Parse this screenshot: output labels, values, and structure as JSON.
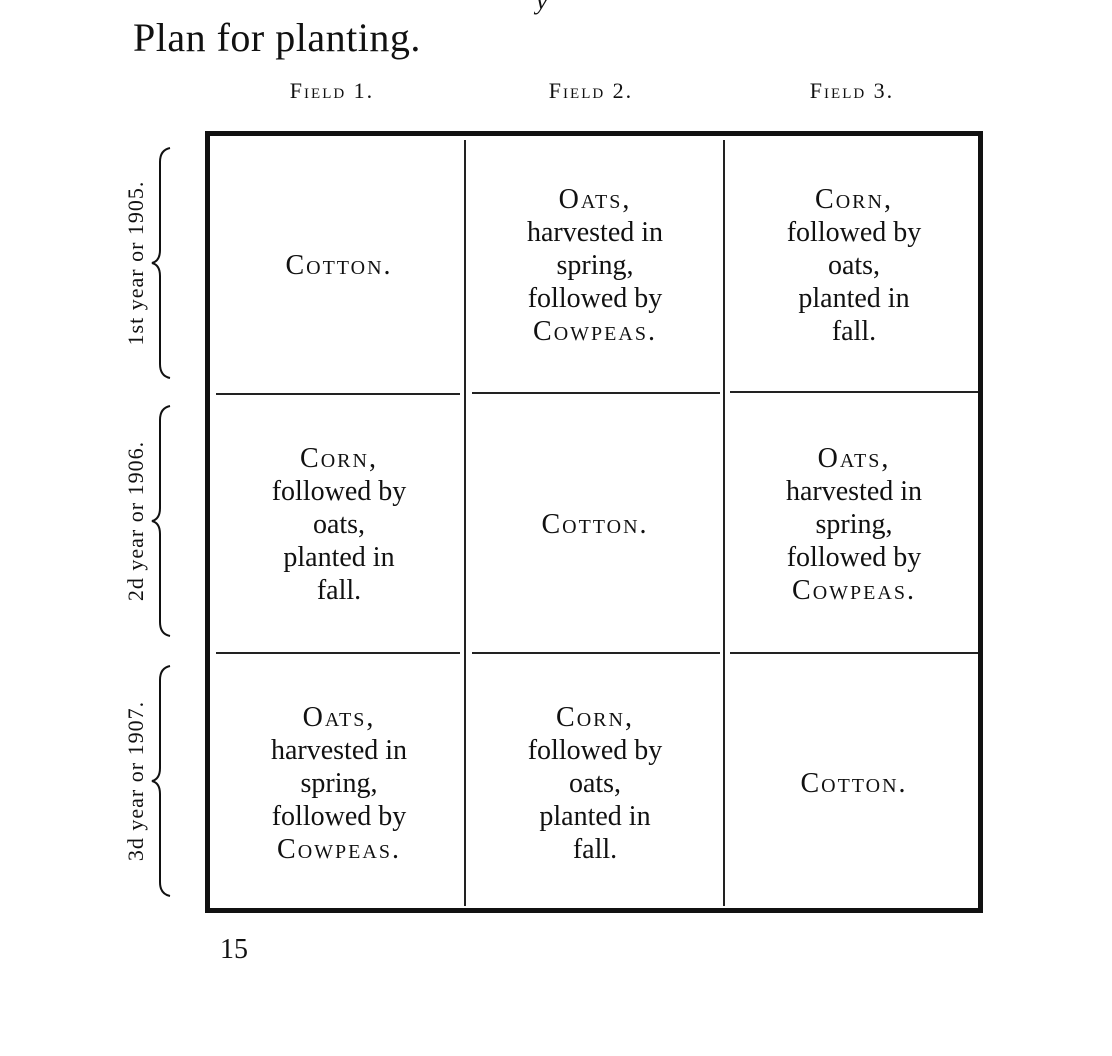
{
  "title": "Plan for planting.",
  "stray_mark": "y",
  "columns": [
    "Field 1.",
    "Field 2.",
    "Field 3."
  ],
  "rows": [
    "1st year or 1905.",
    "2d year or 1906.",
    "3d year or 1907."
  ],
  "cells": [
    [
      {
        "crop": "Cotton.",
        "rest": []
      },
      {
        "crop": "Oats,",
        "rest": [
          "harvested in",
          "spring,",
          "followed by"
        ],
        "tail": "Cowpeas."
      },
      {
        "crop": "Corn,",
        "rest": [
          "followed by",
          "oats,",
          "planted in",
          "fall."
        ]
      }
    ],
    [
      {
        "crop": "Corn,",
        "rest": [
          "followed by",
          "oats,",
          "planted in",
          "fall."
        ]
      },
      {
        "crop": "Cotton.",
        "rest": []
      },
      {
        "crop": "Oats,",
        "rest": [
          "harvested in",
          "spring,",
          "followed by"
        ],
        "tail": "Cowpeas."
      }
    ],
    [
      {
        "crop": "Oats,",
        "rest": [
          "harvested in",
          "spring,",
          "followed by"
        ],
        "tail": "Cowpeas."
      },
      {
        "crop": "Corn,",
        "rest": [
          "followed by",
          "oats,",
          "planted in",
          "fall."
        ]
      },
      {
        "crop": "Cotton.",
        "rest": []
      }
    ]
  ],
  "page_number": "15"
}
